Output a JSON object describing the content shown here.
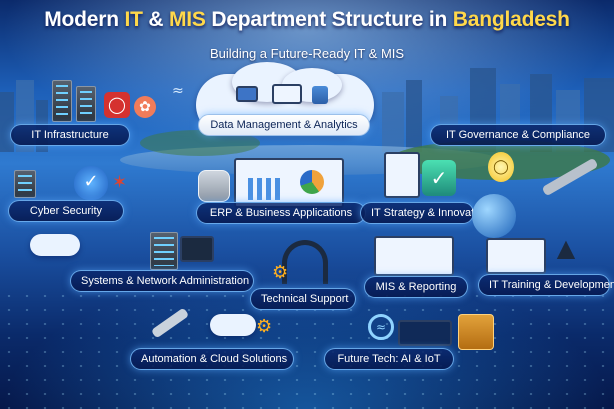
{
  "header": {
    "title_part1": "Modern ",
    "title_accent1": "IT",
    "title_part2": " & ",
    "title_accent2": "MIS",
    "title_part3": " Department Structure in ",
    "title_accent3": "Bangladesh",
    "subtitle": "Building a Future-Ready IT & MIS"
  },
  "sections": {
    "it_infrastructure": "IT Infrastructure",
    "data_management": "Data Management & Analytics",
    "it_governance": "IT Governance & Compliance",
    "cyber_security": "Cyber Security",
    "erp": "ERP & Business Applications",
    "it_strategy": "IT Strategy & Innovation",
    "systems_network": "Systems & Network Administration",
    "technical_support": "Technical Support",
    "mis_reporting": "MIS & Reporting",
    "it_training": "IT Training & Development",
    "automation_cloud": "Automation & Cloud Solutions",
    "future_tech": "Future Tech: AI & IoT"
  },
  "colors": {
    "accent": "#ffd84a",
    "primary_blue": "#1d5fb8",
    "label_border": "#78beff"
  },
  "icons": [
    "server-icon",
    "lock-icon",
    "brain-icon",
    "wifi-icon",
    "cloud-icon",
    "database-icon",
    "dashboard-icon",
    "shield-icon",
    "bug-icon",
    "checklist-icon",
    "lightbulb-icon",
    "robot-arm-icon",
    "globe-icon",
    "headset-icon",
    "gear-icon",
    "bar-chart-icon",
    "graduation-cap-icon",
    "iot-chip-icon"
  ]
}
